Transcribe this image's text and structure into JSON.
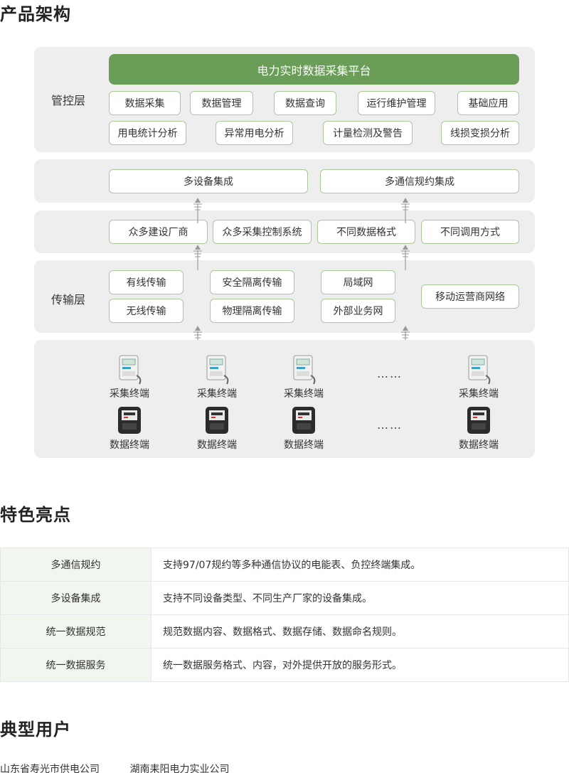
{
  "sections": {
    "architecture": "产品架构",
    "features": "特色亮点",
    "users": "典型用户"
  },
  "management": {
    "label": "管控层",
    "platform": "电力实时数据采集平台",
    "row1": [
      "数据采集",
      "数据管理",
      "数据查询",
      "运行维护管理",
      "基础应用"
    ],
    "row2": [
      "用电统计分析",
      "异常用电分析",
      "计量检测及警告",
      "线损变损分析"
    ]
  },
  "integration": [
    "多设备集成",
    "多通信规约集成"
  ],
  "sources": [
    "众多建设厂商",
    "众多采集控制系统",
    "不同数据格式",
    "不同调用方式"
  ],
  "transport": {
    "label": "传输层",
    "items": [
      "有线传输",
      "无线传输",
      "安全隔离传输",
      "物理隔离传输",
      "局域网",
      "外部业务网",
      "移动运营商网络"
    ]
  },
  "terminals": {
    "collect_label": "采集终端",
    "data_label": "数据终端",
    "ellipsis": "……",
    "icons": [
      "collector-meter-icon",
      "electric-meter-icon"
    ]
  },
  "features": [
    {
      "name": "多通信规约",
      "desc": "支持97/07规约等多种通信协议的电能表、负控终端集成。"
    },
    {
      "name": "多设备集成",
      "desc": "支持不同设备类型、不同生产厂家的设备集成。"
    },
    {
      "name": "统一数据规范",
      "desc": "规范数据内容、数据格式、数据存储、数据命名规则。"
    },
    {
      "name": "统一数据服务",
      "desc": "统一数据服务格式、内容，对外提供开放的服务形式。"
    }
  ],
  "typical_users": [
    "山东省寿光市供电公司",
    "湖南耒阳电力实业公司"
  ],
  "colors": {
    "accent": "#6a9d57",
    "border": "#a9c99b",
    "band": "#eeeeee"
  }
}
